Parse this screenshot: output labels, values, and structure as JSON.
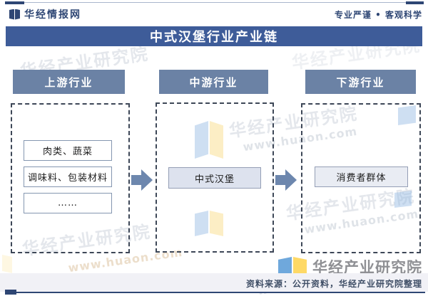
{
  "header": {
    "brand": "华经情报网",
    "tagline": "专业严谨 • 客观科学",
    "logo_icon": "open-book-icon"
  },
  "title": "中式汉堡行业产业链",
  "chain": {
    "stages": [
      {
        "label": "上游行业",
        "items": [
          "肉类、蔬菜",
          "调味料、包装材料",
          "……"
        ]
      },
      {
        "label": "中游行业",
        "items": [
          "中式汉堡"
        ]
      },
      {
        "label": "下游行业",
        "items": [
          "消费者群体"
        ]
      }
    ],
    "arrow_icon": "right-block-arrow",
    "arrow_color": "#6D87AE"
  },
  "footer": {
    "brand": "华经产业研究院",
    "logo_icon": "open-book-icon",
    "source": "资料来源：公开资料，华经产业研究院整理"
  },
  "watermark": {
    "text": "华经产业研究院",
    "url": "www.huaon.com"
  },
  "colors": {
    "title_bar": "#3E5C99",
    "stage_header": "#6B82A5",
    "accent_navy": "#2E4674",
    "footer_text": "#3F4E66"
  }
}
